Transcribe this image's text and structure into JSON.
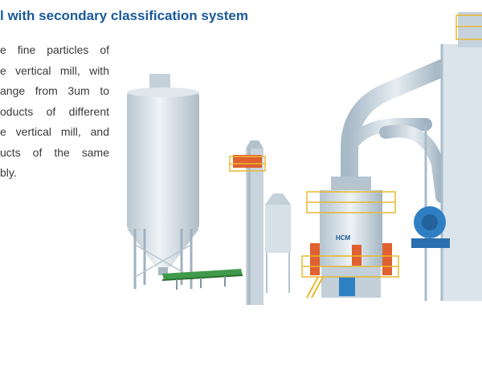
{
  "section": {
    "heading": "l with secondary classification system",
    "body_lines": [
      "e fine particles of",
      "e vertical mill, with",
      "ange from 3um to",
      "oducts of different",
      "e vertical mill, and",
      "ucts of the same",
      "bly."
    ]
  },
  "illustration": {
    "brand_label": "HCM",
    "colors": {
      "silo": "#d9e3ea",
      "structure": "#a8bccb",
      "railing": "#e8b830",
      "mill_accent": "#e06030",
      "blower": "#2f7fc4",
      "conveyor": "#3f9a4a"
    }
  }
}
